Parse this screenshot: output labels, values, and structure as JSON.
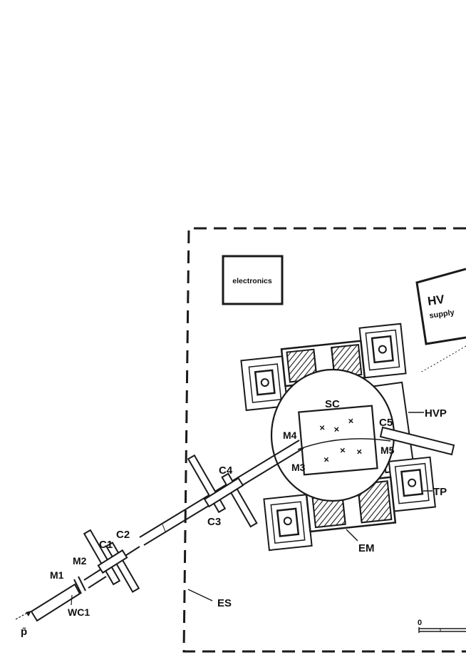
{
  "labels": {
    "electronics": "electronics",
    "hv": "HV",
    "supply": "supply",
    "sc": "SC",
    "c5": "C5",
    "hvp": "HVP",
    "m4": "M4",
    "m5": "M5",
    "m3": "M3",
    "c4": "C4",
    "c3": "C3",
    "tp": "TP",
    "em": "EM",
    "c1": "C1",
    "c2": "C2",
    "m2": "M2",
    "m1": "M1",
    "wc1": "WC1",
    "es": "ES",
    "p_bar": "p̄",
    "scale_zero": "0"
  }
}
